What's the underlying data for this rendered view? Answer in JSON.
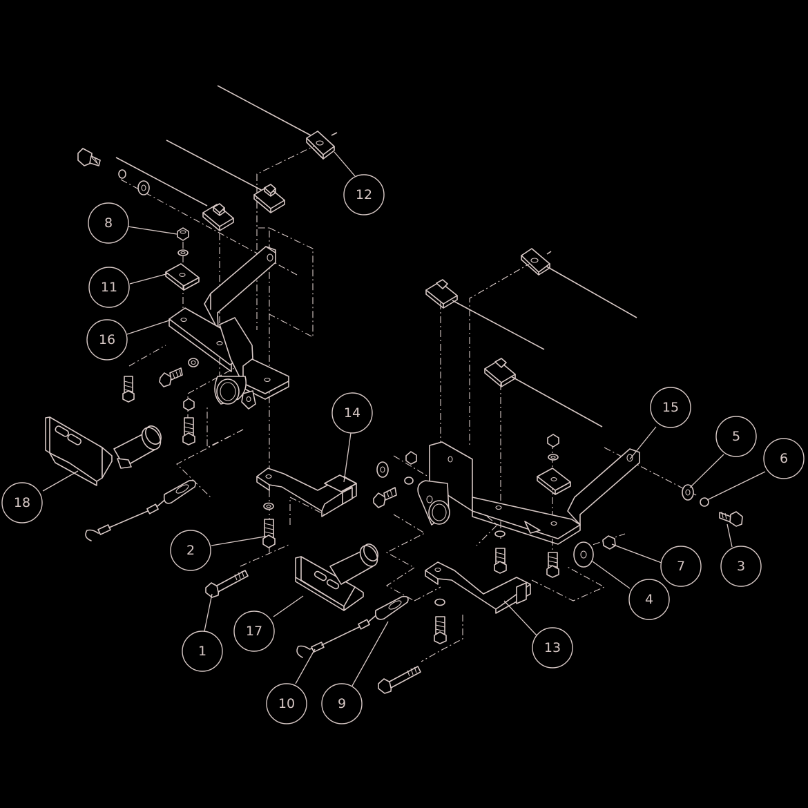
{
  "diagram": {
    "background": "#000000",
    "line_color": "#d8c9c6",
    "callouts": [
      {
        "label": "1"
      },
      {
        "label": "2"
      },
      {
        "label": "3"
      },
      {
        "label": "4"
      },
      {
        "label": "5"
      },
      {
        "label": "6"
      },
      {
        "label": "7"
      },
      {
        "label": "8"
      },
      {
        "label": "9"
      },
      {
        "label": "10"
      },
      {
        "label": "11"
      },
      {
        "label": "12"
      },
      {
        "label": "13"
      },
      {
        "label": "14"
      },
      {
        "label": "15"
      },
      {
        "label": "16"
      },
      {
        "label": "17"
      },
      {
        "label": "18"
      }
    ]
  }
}
